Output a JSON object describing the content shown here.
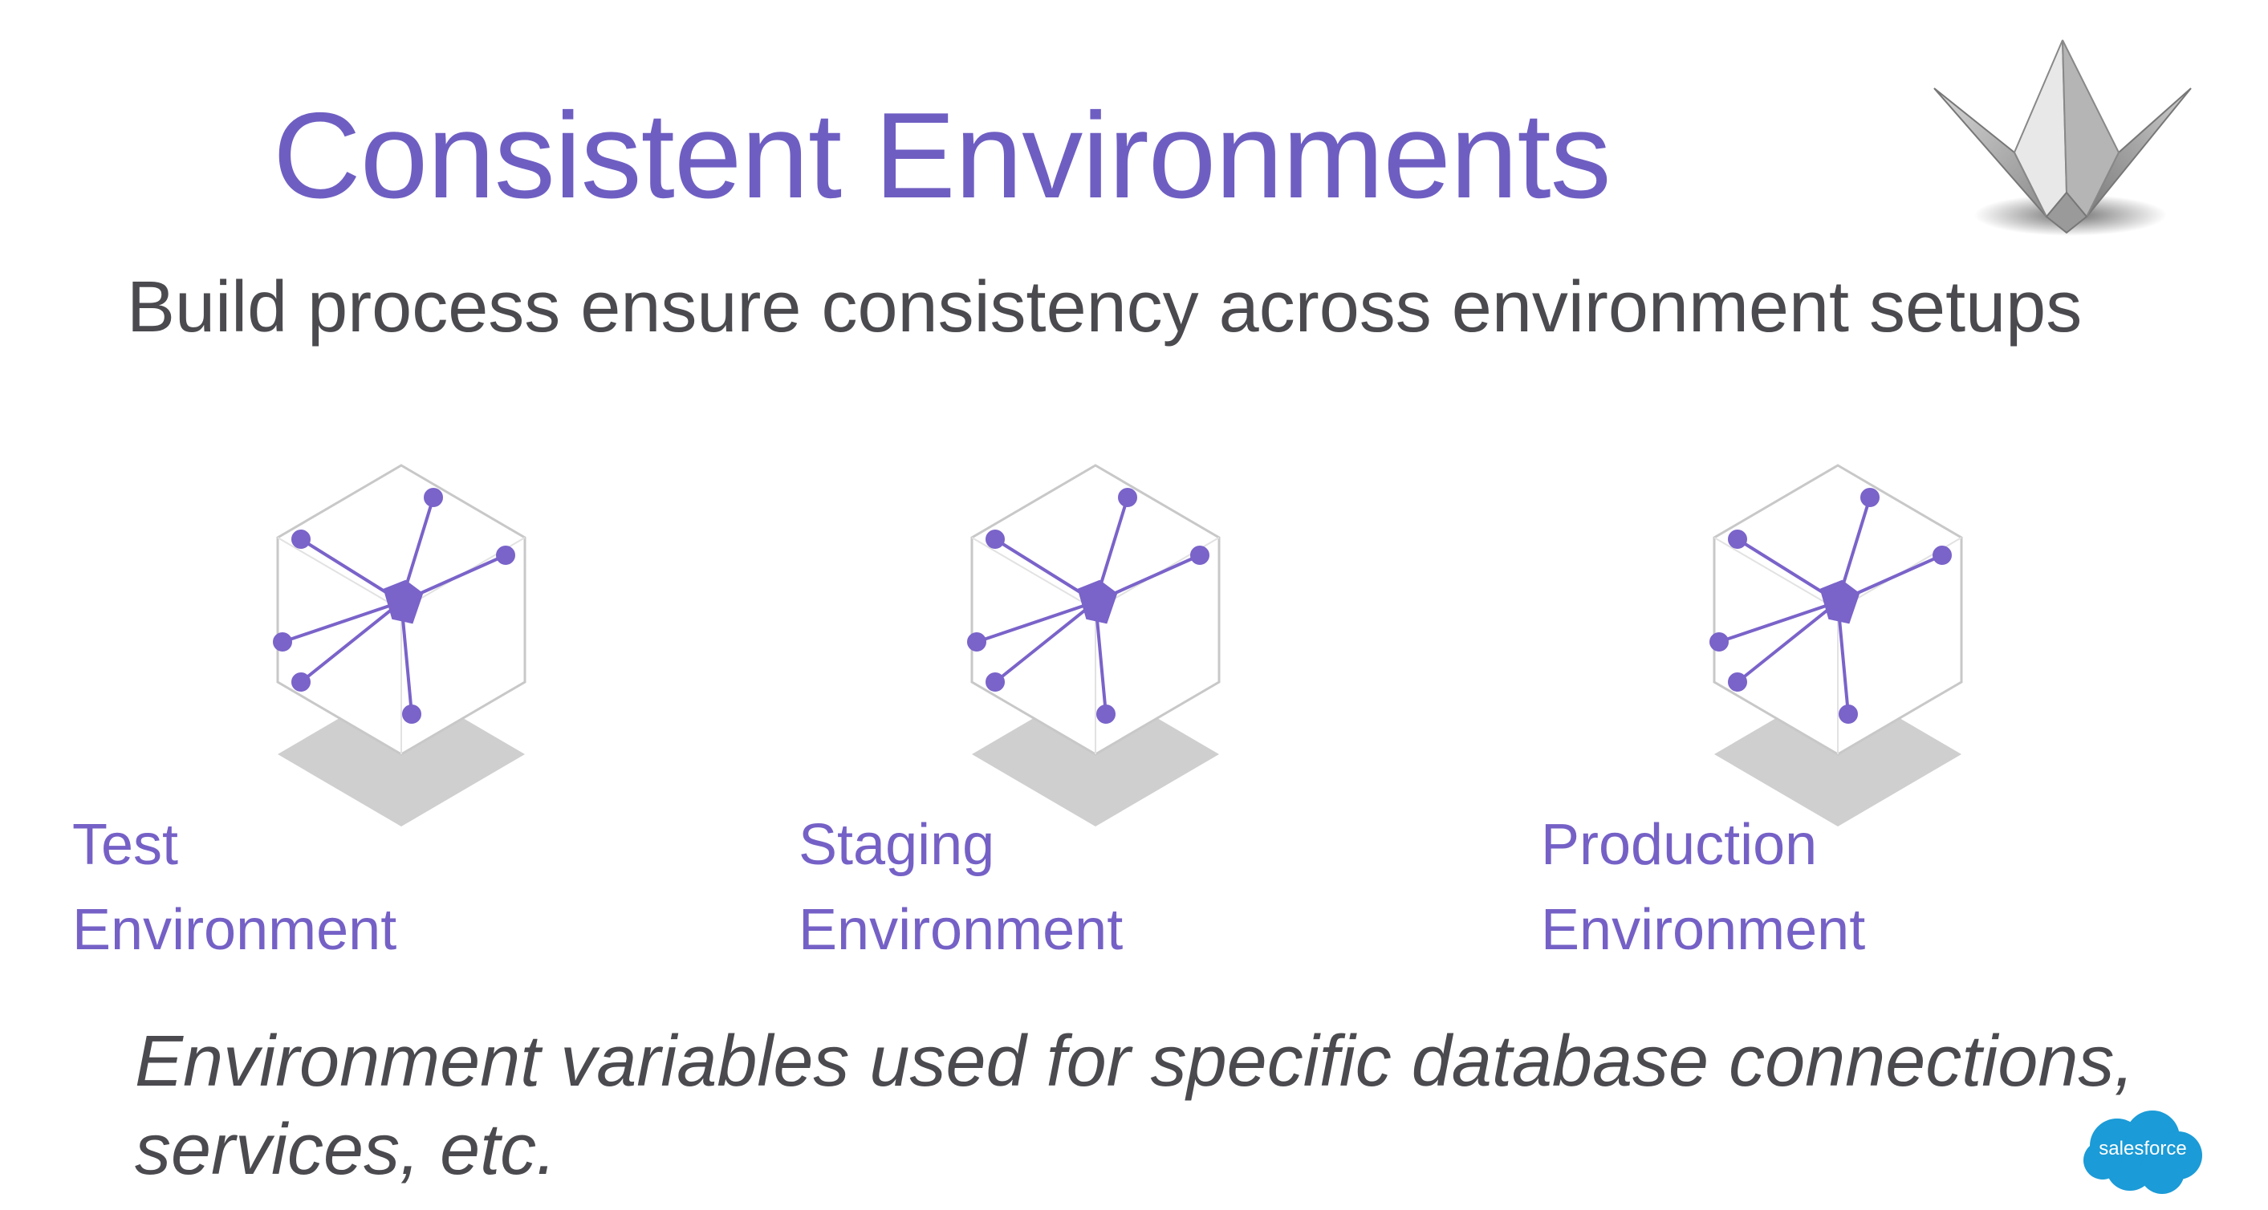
{
  "slide": {
    "title": "Consistent Environments",
    "subtitle": "Build process ensure consistency across environment setups",
    "environments": [
      {
        "label_line1": "Test",
        "label_line2": "Environment",
        "icon": "network-cube-icon"
      },
      {
        "label_line1": "Staging",
        "label_line2": "Environment",
        "icon": "network-cube-icon"
      },
      {
        "label_line1": "Production",
        "label_line2": "Environment",
        "icon": "network-cube-icon"
      }
    ],
    "footnote_line1": "Environment variables used for specific database connections,",
    "footnote_line2": "services, etc.",
    "logos": {
      "top_right": "origami-crane-logo",
      "bottom_right_text": "salesforce"
    }
  },
  "colors": {
    "accent": "#6f5ec2",
    "text": "#4a4a4f",
    "salesforce_blue": "#1b9bd7"
  }
}
